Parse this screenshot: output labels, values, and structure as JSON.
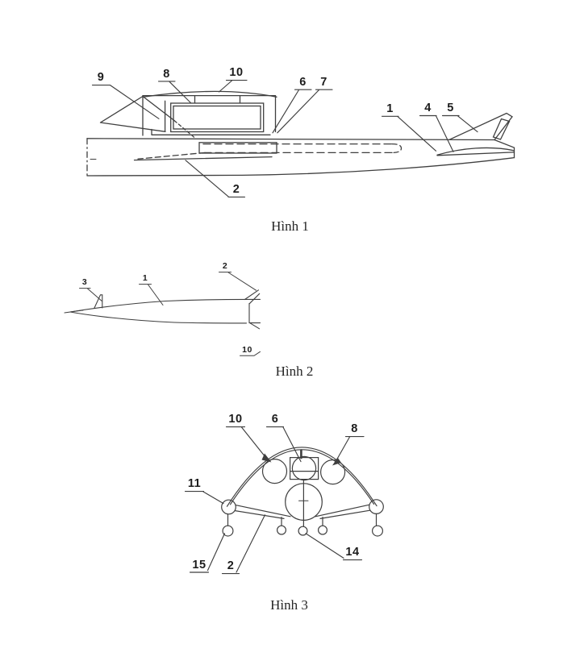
{
  "page": {
    "background": "#ffffff",
    "ink_color": "#3f3f3f",
    "label_color": "#1c1c1c"
  },
  "figures": [
    {
      "caption": "Hình 1",
      "labels": [
        {
          "text": "9"
        },
        {
          "text": "8"
        },
        {
          "text": "10"
        },
        {
          "text": "6"
        },
        {
          "text": "7"
        },
        {
          "text": "1"
        },
        {
          "text": "4"
        },
        {
          "text": "5"
        },
        {
          "text": "2"
        }
      ]
    },
    {
      "caption": "Hình 2",
      "labels": [
        {
          "text": "3"
        },
        {
          "text": "1"
        },
        {
          "text": "2"
        },
        {
          "text": "10"
        }
      ]
    },
    {
      "caption": "Hình 3",
      "labels": [
        {
          "text": "10"
        },
        {
          "text": "6"
        },
        {
          "text": "8"
        },
        {
          "text": "11"
        },
        {
          "text": "15"
        },
        {
          "text": "2"
        },
        {
          "text": "14"
        }
      ]
    }
  ]
}
